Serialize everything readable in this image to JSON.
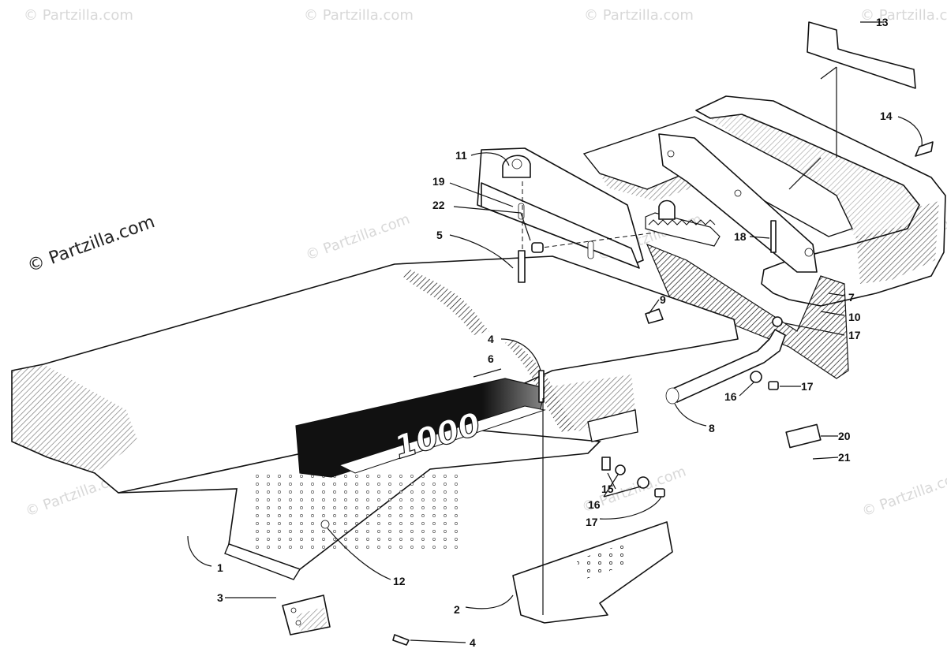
{
  "watermark": {
    "main": "© Partzilla.com",
    "faint": "© Partzilla.com"
  },
  "decal": {
    "text": "1000"
  },
  "callouts": [
    {
      "id": "1",
      "label": "1"
    },
    {
      "id": "2",
      "label": "2"
    },
    {
      "id": "3",
      "label": "3"
    },
    {
      "id": "4a",
      "label": "4"
    },
    {
      "id": "4b",
      "label": "4"
    },
    {
      "id": "5",
      "label": "5"
    },
    {
      "id": "6",
      "label": "6"
    },
    {
      "id": "7",
      "label": "7"
    },
    {
      "id": "8",
      "label": "8"
    },
    {
      "id": "9",
      "label": "9"
    },
    {
      "id": "10",
      "label": "10"
    },
    {
      "id": "11",
      "label": "11"
    },
    {
      "id": "12",
      "label": "12"
    },
    {
      "id": "13",
      "label": "13"
    },
    {
      "id": "14",
      "label": "14"
    },
    {
      "id": "15",
      "label": "15"
    },
    {
      "id": "16a",
      "label": "16"
    },
    {
      "id": "16b",
      "label": "16"
    },
    {
      "id": "17a",
      "label": "17"
    },
    {
      "id": "17b",
      "label": "17"
    },
    {
      "id": "17c",
      "label": "17"
    },
    {
      "id": "18",
      "label": "18"
    },
    {
      "id": "19",
      "label": "19"
    },
    {
      "id": "20",
      "label": "20"
    },
    {
      "id": "21",
      "label": "21"
    },
    {
      "id": "22",
      "label": "22"
    }
  ]
}
